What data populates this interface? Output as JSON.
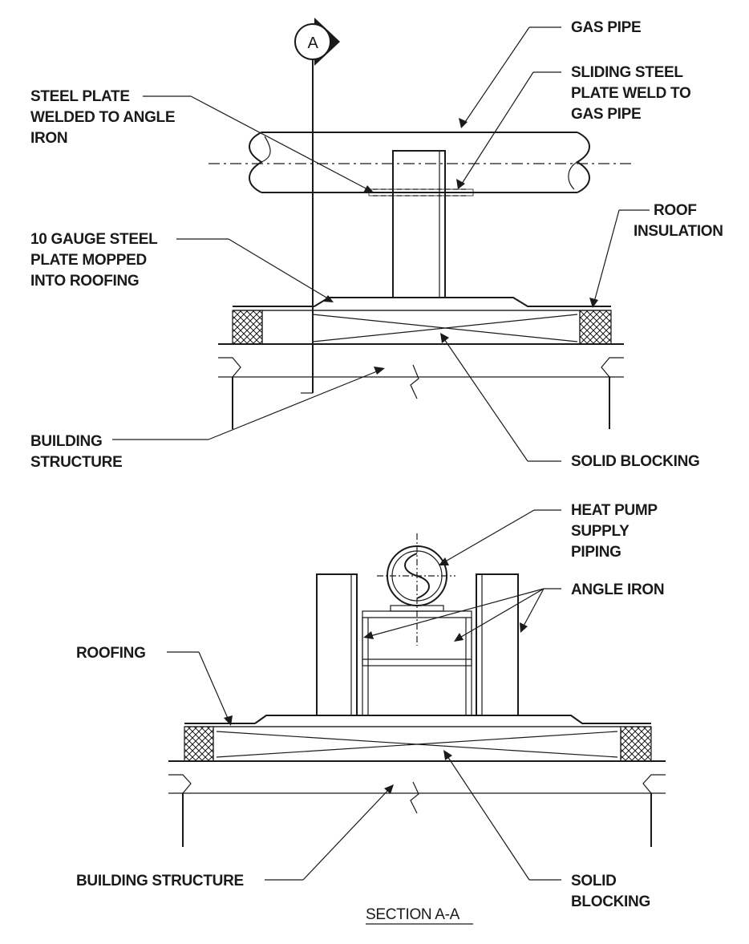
{
  "section_marker": "A",
  "labels": {
    "gas_pipe": "GAS PIPE",
    "sliding_plate": [
      "SLIDING STEEL",
      "PLATE WELD TO",
      "GAS PIPE"
    ],
    "steel_plate": [
      "STEEL PLATE",
      "WELDED TO ANGLE",
      "IRON"
    ],
    "roof_insulation": [
      "ROOF",
      "INSULATION"
    ],
    "gauge_plate": [
      "10 GAUGE STEEL",
      "PLATE MOPPED",
      "INTO ROOFING"
    ],
    "building_structure_top": [
      "BUILDING",
      "STRUCTURE"
    ],
    "solid_blocking_top": "SOLID BLOCKING",
    "heat_pump": [
      "HEAT PUMP",
      "SUPPLY",
      "PIPING"
    ],
    "angle_iron": "ANGLE IRON",
    "roofing": "ROOFING",
    "building_structure_bottom": "BUILDING STRUCTURE",
    "solid_blocking_bottom": [
      "SOLID",
      "BLOCKING"
    ]
  },
  "title": "SECTION A-A",
  "colors": {
    "ink": "#1a1a1a",
    "background": "#ffffff"
  }
}
